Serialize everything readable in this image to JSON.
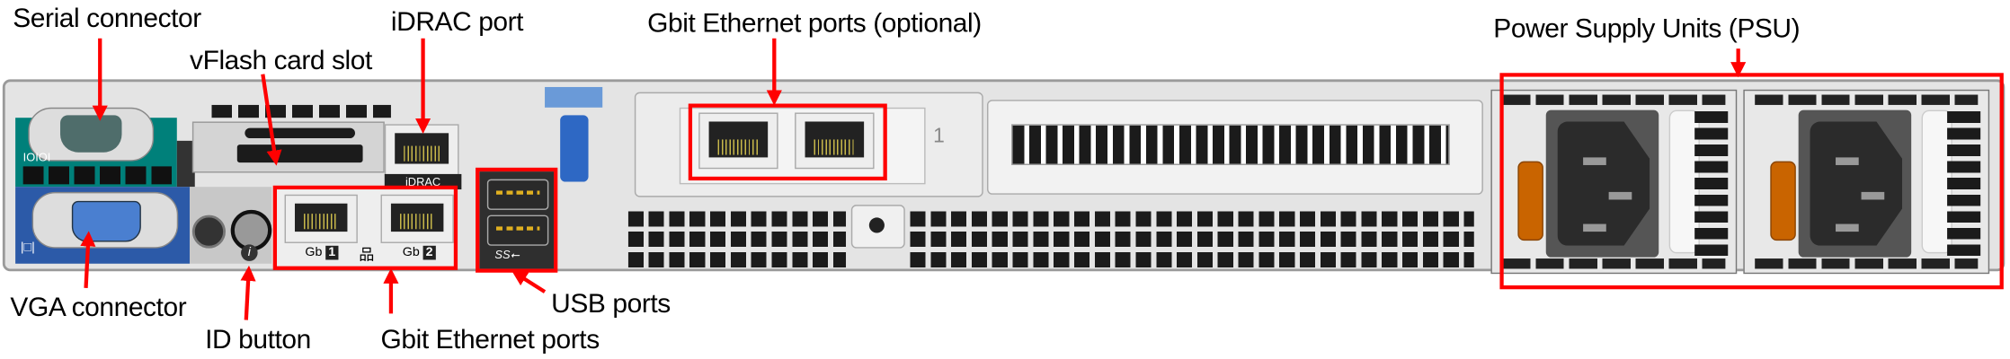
{
  "labels": {
    "serial": "Serial connector",
    "vflash": "vFlash card slot",
    "idrac": "iDRAC port",
    "gbit_optional": "Gbit Ethernet ports (optional)",
    "psu": "Power Supply Units (PSU)",
    "vga": "VGA connector",
    "id_button": "ID button",
    "gbit": "Gbit Ethernet ports",
    "usb": "USB ports"
  },
  "panel_text": {
    "serial_symbol": "IOIOI",
    "vga_symbol": "|□|",
    "idrac": "iDRAC",
    "gb1_prefix": "Gb",
    "gb1_num": "1",
    "gb2_prefix": "Gb",
    "gb2_num": "2",
    "usb_symbol": "SS⭠",
    "riser_number": "1",
    "info_icon": "i"
  },
  "colors": {
    "highlight": "#ff0000",
    "serial_panel": "#00807a",
    "vga_panel": "#2c5aa8",
    "psu_handle": "#c96400"
  }
}
